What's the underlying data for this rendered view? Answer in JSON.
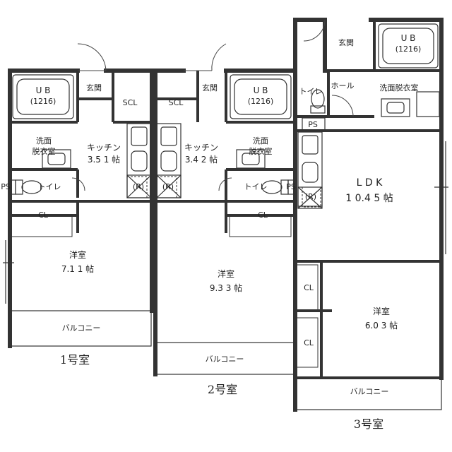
{
  "units": {
    "unit1": "1号室",
    "unit2": "2号室",
    "unit3": "3号室"
  },
  "rooms": {
    "ub_unit1": "U B",
    "ub_size_unit1": "(1216)",
    "ub_unit2": "U B",
    "ub_size_unit2": "(1216)",
    "ub_unit3": "U B",
    "ub_size_unit3": "(1216)",
    "entrance_unit1": "玄関",
    "entrance_unit2": "玄関",
    "entrance_unit3": "玄関",
    "scl_unit1": "SCL",
    "scl_unit2": "SCL",
    "wash_unit1_l1": "洗面",
    "wash_unit1_l2": "脱衣室",
    "wash_unit2_l1": "洗面",
    "wash_unit2_l2": "脱衣室",
    "wash_unit3": "洗面脱衣室",
    "kitchen_unit1": "キッチン",
    "kitchen_size_unit1": "3.5 1 帖",
    "kitchen_unit2": "キッチン",
    "kitchen_size_unit2": "3.4 2 帖",
    "toilet_unit1": "トイレ",
    "toilet_unit2": "トイレ",
    "toilet_unit3": "トイレ",
    "hall_unit3": "ホール",
    "ps_unit1": "PS",
    "ps_unit2": "PS",
    "ps_unit3": "PS",
    "cl_unit1": "CL",
    "cl_unit2": "CL",
    "cl_unit3_a": "CL",
    "cl_unit3_b": "CL",
    "ref_unit1": "(R)",
    "ref_unit2": "(R)",
    "ref_unit3": "(R)",
    "western_unit1": "洋室",
    "western_size_unit1": "7.1 1 帖",
    "western_unit2": "洋室",
    "western_size_unit2": "9.3 3 帖",
    "western_unit3": "洋室",
    "western_size_unit3": "6.0 3 帖",
    "ldk_unit3": "L D K",
    "ldk_size_unit3": "1 0.4 5 帖",
    "balcony_unit1": "バルコニー",
    "balcony_unit2": "バルコニー",
    "balcony_unit3": "バルコニー"
  }
}
